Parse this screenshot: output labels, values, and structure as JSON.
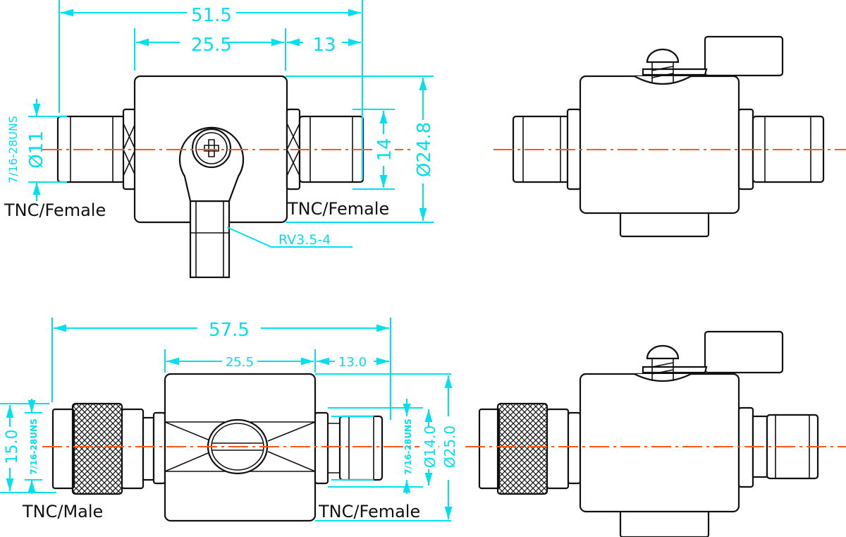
{
  "colors": {
    "dimension": "#00e0ee",
    "centerline": "#ff5a1a",
    "outline": "#111111"
  },
  "top_view": {
    "overall_length": "51.5",
    "body_length": "25.5",
    "connector_length": "13",
    "thread": "7/16-28UNS",
    "left_diameter": "Ø11",
    "right_height": "14",
    "body_diameter": "Ø24.8",
    "left_label": "TNC/Female",
    "right_label": "TNC/Female",
    "lug_label": "RV3.5-4"
  },
  "bottom_view": {
    "overall_length": "57.5",
    "body_length": "25.5",
    "connector_length": "13.0",
    "left_height": "15.0",
    "left_thread": "7/16-28UNS",
    "right_thread": "7/16-28UNS",
    "right_diameter": "Ø14.0",
    "body_diameter": "Ø25.0",
    "left_label": "TNC/Male",
    "right_label": "TNC/Female"
  }
}
